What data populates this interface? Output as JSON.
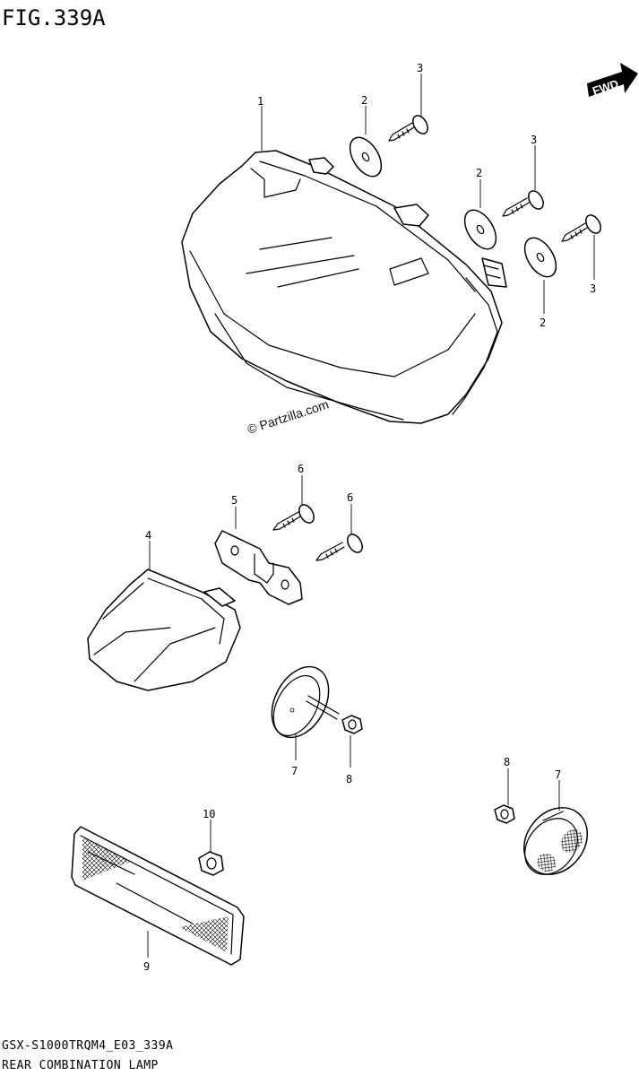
{
  "figure": {
    "title": "FIG.339A",
    "direction_badge": "FWD",
    "watermark": "© Partzilla.com",
    "model_code": "GSX-S1000TRQM4_E03_339A",
    "caption": "REAR COMBINATION LAMP"
  },
  "callouts": [
    "1",
    "2",
    "3",
    "2",
    "3",
    "3",
    "2",
    "4",
    "5",
    "6",
    "6",
    "7",
    "8",
    "8",
    "7",
    "10",
    "9"
  ]
}
